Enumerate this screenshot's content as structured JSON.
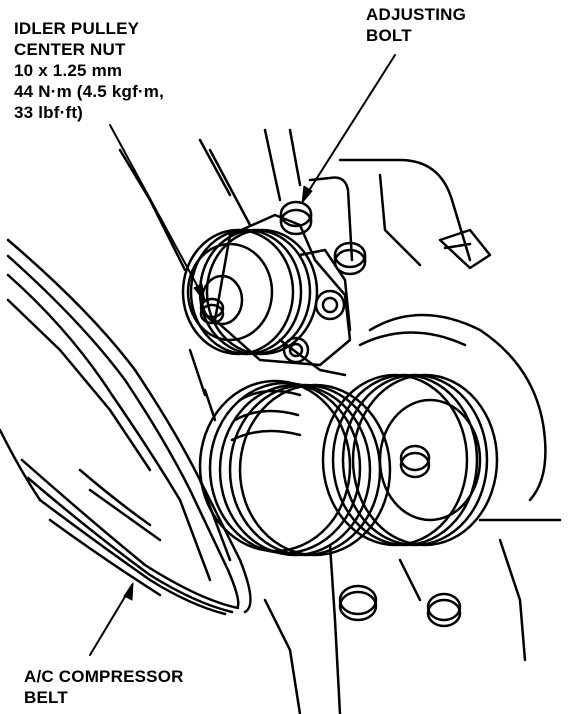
{
  "callouts": {
    "idler_nut": {
      "lines": [
        "IDLER PULLEY",
        "CENTER NUT",
        "10 x 1.25 mm",
        "44 N·m (4.5 kgf·m,",
        "33 lbf·ft)"
      ]
    },
    "adjusting_bolt": {
      "lines": [
        "ADJUSTING",
        "BOLT"
      ]
    },
    "belt": {
      "lines": [
        "A/C COMPRESSOR",
        "BELT"
      ]
    }
  },
  "colors": {
    "ink": "#000000",
    "paper": "#ffffff"
  }
}
